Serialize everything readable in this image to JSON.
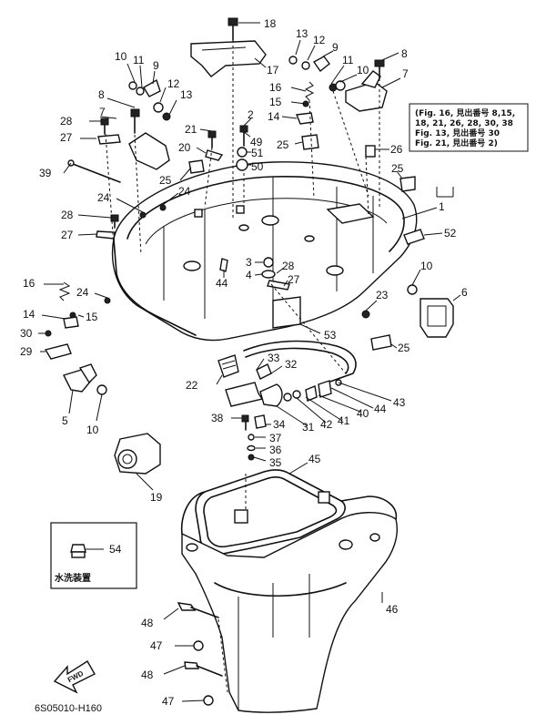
{
  "note": {
    "lines": [
      "(Fig. 16, 見出番号 8,15,",
      "18, 21, 26, 28, 30, 38",
      "Fig. 13, 見出番号 30",
      "Fig. 21, 見出番号 2)"
    ]
  },
  "inset": {
    "label": "水洗装置",
    "part": "54"
  },
  "fwd": "FWD",
  "diagram_code": "6S05010-H160",
  "callouts": {
    "c18": "18",
    "c17": "17",
    "c13a": "13",
    "c12a": "12",
    "c9a": "9",
    "c11a": "11",
    "c10a": "10",
    "c8a": "8",
    "c7a": "7",
    "c10b": "10",
    "c11b": "11",
    "c9b": "9",
    "c12b": "12",
    "c13b": "13",
    "c8b": "8",
    "c28a": "28",
    "c7b": "7",
    "c27a": "27",
    "c39": "39",
    "c21": "21",
    "c2": "2",
    "c49": "49",
    "c51": "51",
    "c50": "50",
    "c20": "20",
    "c16a": "16",
    "c15a": "15",
    "c14a": "14",
    "c25a": "25",
    "c26": "26",
    "c25b": "25",
    "c25c": "25",
    "c24a": "24",
    "c24b": "24",
    "c28b": "28",
    "c27b": "27",
    "c1": "1",
    "c52": "52",
    "c3": "3",
    "c4": "4",
    "c28c": "28",
    "c27c": "27",
    "c44a": "44",
    "c10c": "10",
    "c6": "6",
    "c16b": "16",
    "c24c": "24",
    "c14b": "14",
    "c15b": "15",
    "c23": "23",
    "c30": "30",
    "c53": "53",
    "c29": "29",
    "c25d": "25",
    "c33": "33",
    "c22": "22",
    "c32": "32",
    "c5": "5",
    "c10d": "10",
    "c43": "43",
    "c44b": "44",
    "c40": "40",
    "c41": "41",
    "c42": "42",
    "c31": "31",
    "c38": "38",
    "c34": "34",
    "c37": "37",
    "c36": "36",
    "c35": "35",
    "c45": "45",
    "c19": "19",
    "c54": "54",
    "c46": "46",
    "c48a": "48",
    "c47a": "47",
    "c48b": "48",
    "c47b": "47"
  }
}
